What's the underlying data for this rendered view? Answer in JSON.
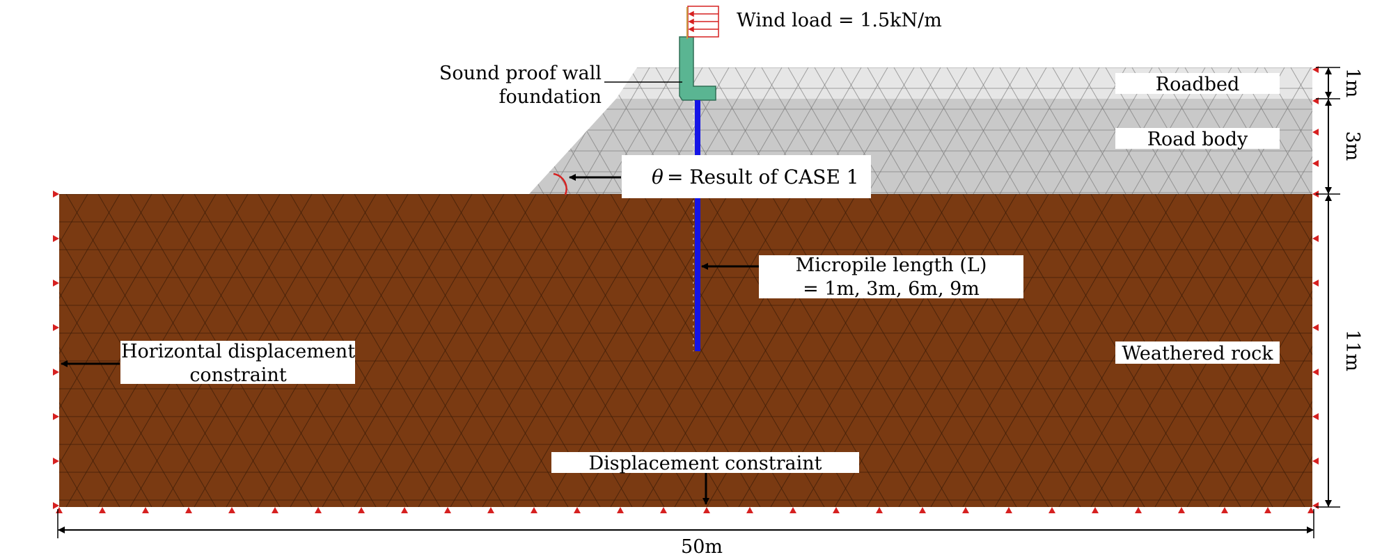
{
  "labels": {
    "wind_load": "Wind load = 1.5kN/m",
    "wall_line1": "Sound proof wall",
    "wall_line2": "foundation",
    "theta_symbol": "θ",
    "theta_text": "= Result of CASE 1",
    "pile_line1": "Micropile length (L)",
    "pile_line2": "= 1m, 3m, 6m, 9m",
    "horiz_line1": "Horizontal displacement",
    "horiz_line2": "constraint",
    "disp_constraint": "Displacement constraint",
    "roadbed": "Roadbed",
    "road_body": "Road body",
    "weathered_rock": "Weathered rock",
    "dim_width": "50m",
    "dim_1m": "1m",
    "dim_3m": "3m",
    "dim_11m": "11m"
  },
  "colors": {
    "weathered_rock": "#7a3a12",
    "road_body": "#c9c9c9",
    "roadbed": "#e6e6e6",
    "foundation": "#5ab592",
    "micropile": "#1414e6",
    "load_arrows": "#d62020",
    "mesh_line": "#3a1c08"
  }
}
